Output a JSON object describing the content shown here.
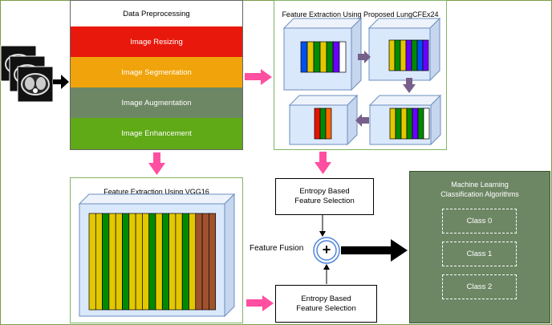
{
  "preprocessing": {
    "title": "Data Preprocessing",
    "steps": [
      "Image Resizing",
      "Image Segmentation",
      "Image Augmentation",
      "Image Enhancement"
    ]
  },
  "lungcfex": {
    "title": "Feature Extraction Using Proposed LungCFEx24"
  },
  "vgg16": {
    "title": "Feature Extraction Using VGG16"
  },
  "entropy_top": {
    "line1": "Entropy Based",
    "line2": "Feature Selection"
  },
  "entropy_bottom": {
    "line1": "Entropy Based",
    "line2": "Feature Selection"
  },
  "fusion": {
    "label": "Feature Fusion",
    "symbol": "+"
  },
  "ml": {
    "title_line1": "Machine Learning",
    "title_line2": "Classification Algorithms",
    "classes": [
      "Class 0",
      "Class 1",
      "Class 2"
    ]
  },
  "colors": {
    "pink_arrow": "#ff4fa0",
    "purple_arrow": "#76608a",
    "block_face": "#dae8fc",
    "block_border": "#6c8ebf",
    "ml_bg": "#6d8764"
  }
}
